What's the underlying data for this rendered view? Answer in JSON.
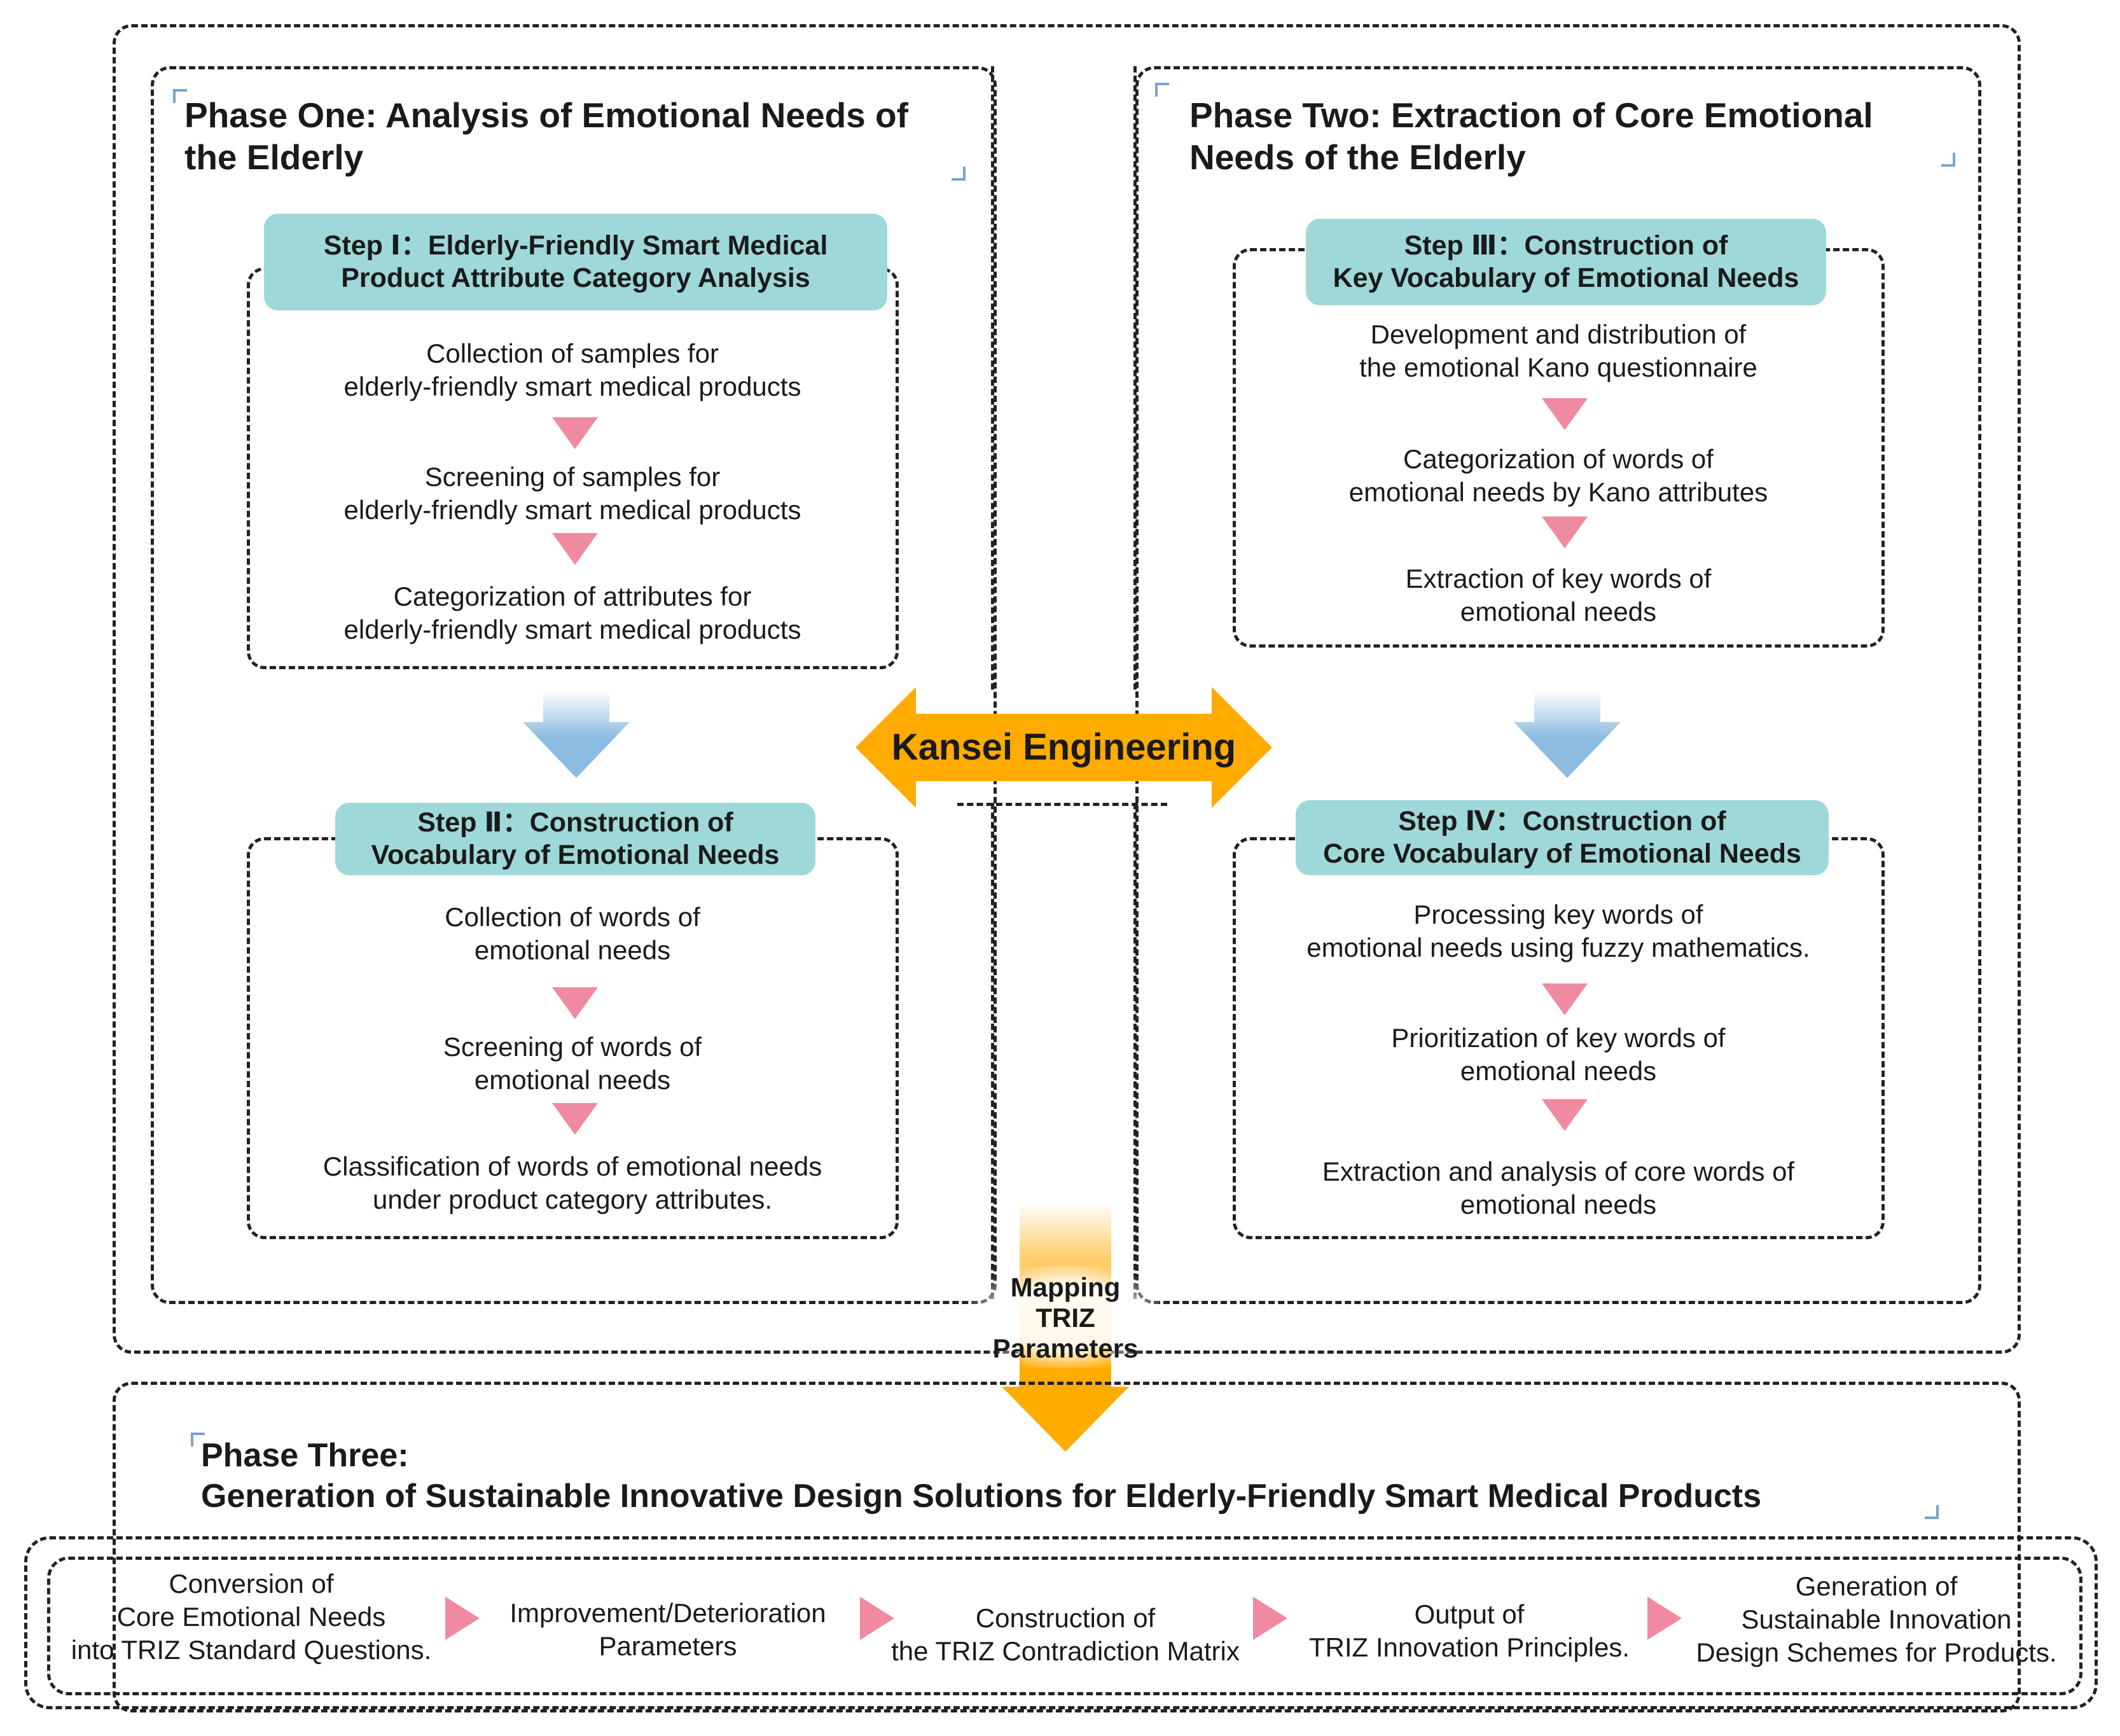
{
  "phase_one": {
    "title_line1": "Phase One: Analysis of Emotional Needs of",
    "title_line2": "the Elderly",
    "step1": {
      "title_line1": "Step Ⅰ：Elderly-Friendly Smart Medical",
      "title_line2": "Product Attribute Category Analysis",
      "items": [
        [
          "Collection of samples for",
          "elderly-friendly smart medical products"
        ],
        [
          "Screening of samples for",
          "elderly-friendly smart medical products"
        ],
        [
          "Categorization of attributes for",
          "elderly-friendly smart medical products"
        ]
      ]
    },
    "step2": {
      "title_line1": "Step Ⅱ：Construction of",
      "title_line2": "Vocabulary of Emotional Needs",
      "items": [
        [
          "Collection of words of",
          "emotional needs"
        ],
        [
          "Screening of words of",
          "emotional needs"
        ],
        [
          "Classification of words of emotional needs",
          "under product category attributes."
        ]
      ]
    }
  },
  "phase_two": {
    "title_line1": "Phase Two: Extraction of Core Emotional",
    "title_line2": "Needs of the Elderly",
    "step3": {
      "title_line1": "Step Ⅲ：Construction of",
      "title_line2": "Key Vocabulary of Emotional Needs",
      "items": [
        [
          "Development and distribution of",
          "the emotional Kano questionnaire"
        ],
        [
          "Categorization of words of",
          "emotional needs by Kano attributes"
        ],
        [
          "Extraction of key words of",
          "emotional needs"
        ]
      ]
    },
    "step4": {
      "title_line1": "Step Ⅳ：Construction of",
      "title_line2": "Core Vocabulary of Emotional Needs",
      "items": [
        [
          "Processing key words of",
          "emotional needs using fuzzy mathematics."
        ],
        [
          "Prioritization of key words of",
          "emotional needs"
        ],
        [
          "Extraction and analysis of core words of",
          "emotional needs"
        ]
      ]
    }
  },
  "center": {
    "kansei_label": "Kansei Engineering",
    "mapping_line1": "Mapping",
    "mapping_line2": "TRIZ",
    "mapping_line3": "Parameters"
  },
  "phase_three": {
    "title_line1": "Phase Three:",
    "title_line2": "Generation of Sustainable Innovative Design Solutions for Elderly-Friendly Smart Medical Products",
    "steps": [
      [
        "Conversion of",
        "Core Emotional Needs",
        "into TRIZ Standard Questions."
      ],
      [
        "Improvement/Deterioration",
        "Parameters"
      ],
      [
        "Construction of",
        "the TRIZ Contradiction Matrix"
      ],
      [
        "Output of",
        "TRIZ Innovation Principles."
      ],
      [
        "Generation of",
        "Sustainable Innovation",
        "Design Schemes for Products."
      ]
    ]
  },
  "colors": {
    "step_header": "#9fd8d8",
    "pink_arrow": "#f08aa0",
    "blue_arrow": "#8bbbe0",
    "orange_arrow": "#ffab00",
    "corner_mark": "#7aa3c8"
  }
}
